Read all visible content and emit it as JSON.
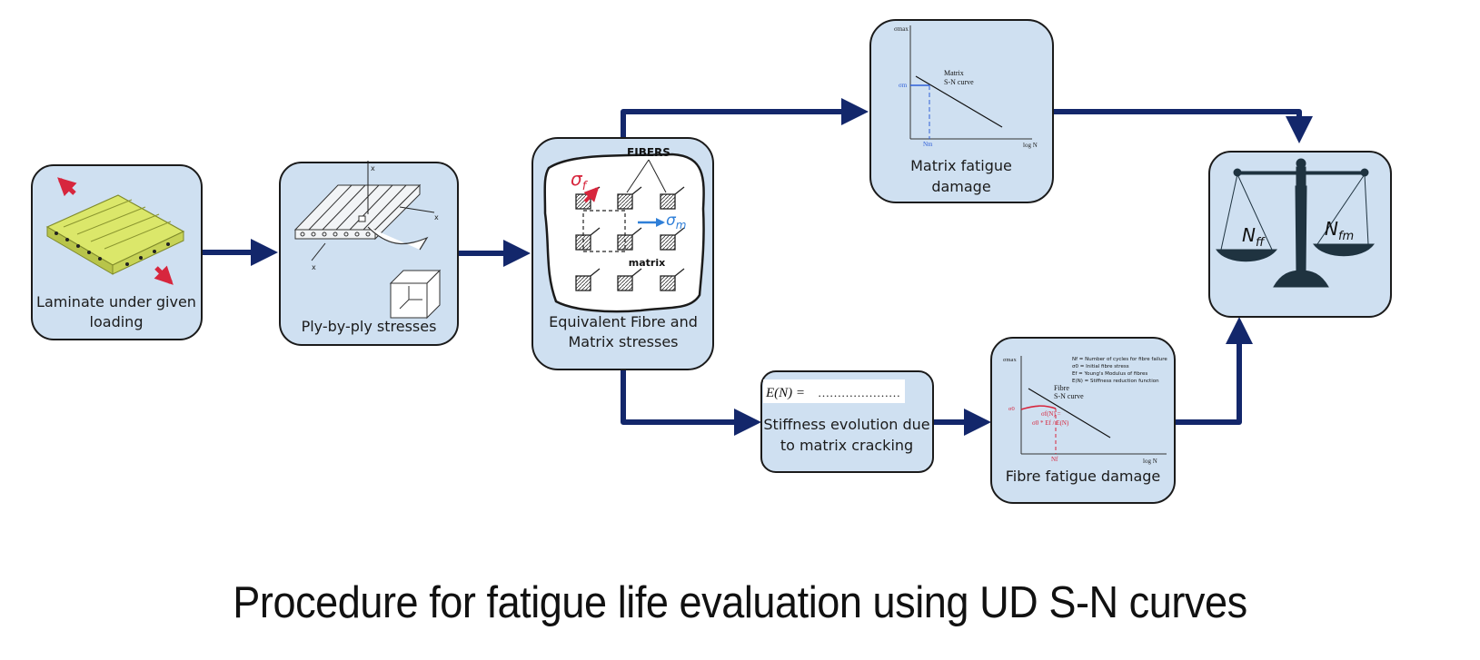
{
  "colors": {
    "box_fill": "#cfe0f1",
    "box_stroke": "#1b1b1b",
    "arrow": "#13276b",
    "laminate": "#dbe76a",
    "red": "#d7263d",
    "blue": "#2f7fd8"
  },
  "boxes": {
    "laminate": {
      "label_line1": "Laminate under given",
      "label_line2": "loading"
    },
    "ply": {
      "label": "Ply-by-ply stresses",
      "axis_x1": "x",
      "axis_x2": "x",
      "axis_x3": "x"
    },
    "equivalent": {
      "label_line1": "Equivalent Fibre and",
      "label_line2": "Matrix stresses",
      "fibers": "FIBERS",
      "matrix": "matrix",
      "sigma_f": "σ",
      "sigma_f_sub": "f",
      "sigma_m": "σ",
      "sigma_m_sub": "m"
    },
    "matrix_fatigue": {
      "label_line1": "Matrix fatigue",
      "label_line2": "damage",
      "curve_line1": "Matrix",
      "curve_line2": "S-N curve",
      "y_axis": "σmax",
      "sigma_marker": "σm",
      "n_marker": "Nm",
      "x_axis": "log N"
    },
    "stiffness": {
      "equation": "E(N) =",
      "dots": "…………………",
      "label_line1": "Stiffness evolution due",
      "label_line2": "to matrix cracking"
    },
    "fibre_fatigue": {
      "label": "Fibre fatigue damage",
      "curve_line1": "Fibre",
      "curve_line2": "S-N curve",
      "y_axis": "σmax",
      "sigma_marker": "σ0",
      "x_axis": "log N",
      "n_marker": "Nf",
      "formula_line1": "σf(N) =",
      "formula_line2": "σ0 * Ef / E(N)",
      "legend": [
        "Nf    = Number of cycles for fibre failure",
        "σ0    = Initial fibre stress",
        "Ef    = Young's Modulus of fibres",
        "E(N)  = Stiffness reduction function"
      ]
    },
    "balance": {
      "left_pan": "N",
      "left_sub": "ff",
      "right_pan": "N",
      "right_sub": "fm"
    }
  },
  "caption": "Procedure for fatigue life evaluation using UD S-N curves"
}
